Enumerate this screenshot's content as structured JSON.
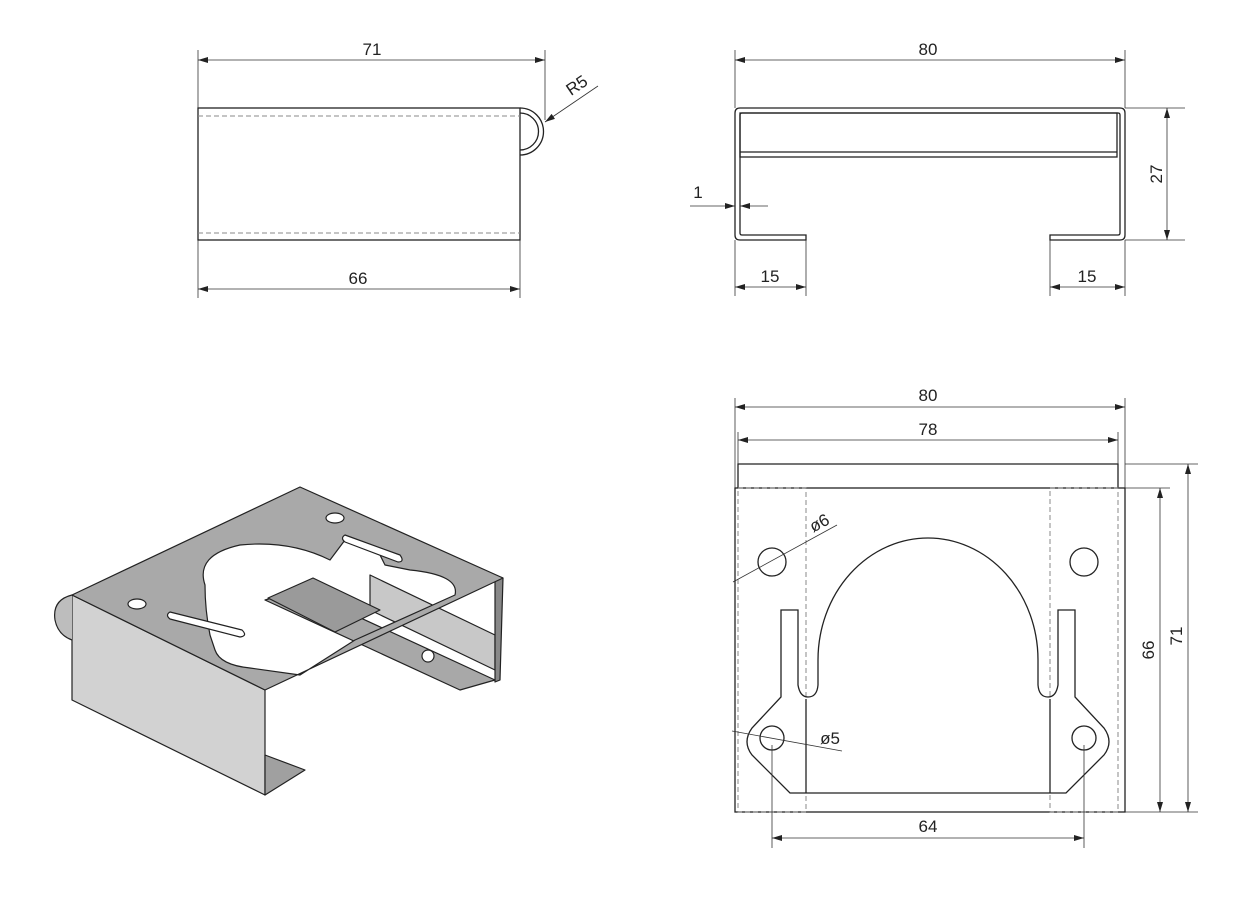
{
  "drawing": {
    "front_view": {
      "length_top": "71",
      "length_bottom": "66",
      "radius": "R5"
    },
    "side_view": {
      "width": "80",
      "height": "27",
      "thickness": "1",
      "flange_left": "15",
      "flange_right": "15"
    },
    "top_view": {
      "width_outer": "80",
      "width_inner": "78",
      "hole_large": "ø6",
      "hole_small": "ø5",
      "hole_spacing": "64",
      "length_inner": "66",
      "length_outer": "71"
    },
    "colors": {
      "line": "#222222",
      "hidden": "#888888",
      "shade_light": "#d4d4d4",
      "shade_dark": "#9a9a9a"
    }
  }
}
